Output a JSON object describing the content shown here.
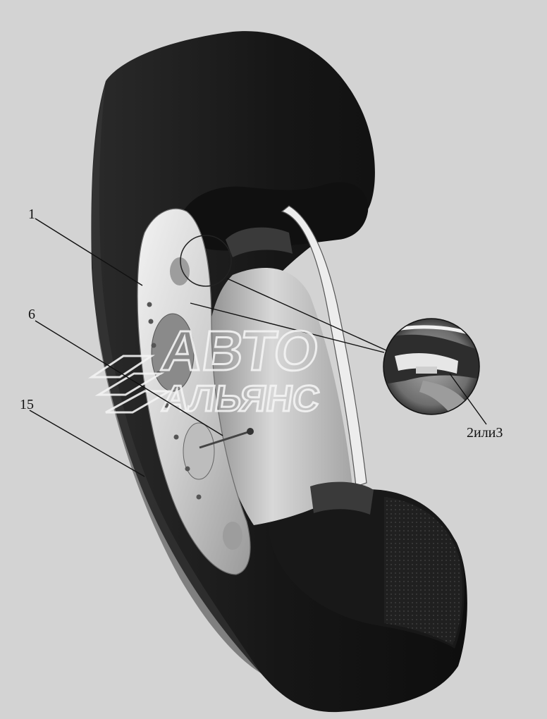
{
  "callouts": [
    {
      "id": "1",
      "label": "1"
    },
    {
      "id": "6",
      "label": "6"
    },
    {
      "id": "15",
      "label": "15"
    },
    {
      "id": "2or3",
      "label": "2или3"
    }
  ],
  "watermark": {
    "line1": "АВТО",
    "line2": "АЛЬЯНС"
  },
  "colors": {
    "background": "#d3d3d3",
    "tire": "#1b1b1b",
    "rim": "#e2e2e2"
  }
}
